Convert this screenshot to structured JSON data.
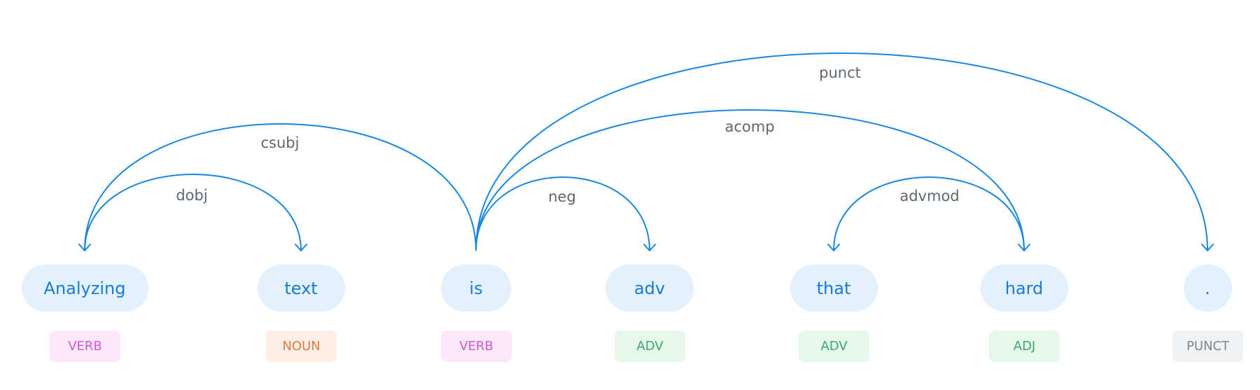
{
  "diagram": {
    "type": "dependency-parse",
    "tokens": [
      {
        "text": "Analyzing",
        "pos": "VERB"
      },
      {
        "text": "text",
        "pos": "NOUN"
      },
      {
        "text": "is",
        "pos": "VERB"
      },
      {
        "text": "adv",
        "pos": "ADV"
      },
      {
        "text": "that",
        "pos": "ADV"
      },
      {
        "text": "hard",
        "pos": "ADJ"
      },
      {
        "text": ".",
        "pos": "PUNCT"
      }
    ],
    "arcs": [
      {
        "label": "dobj",
        "from": 0,
        "to": 1
      },
      {
        "label": "csubj",
        "from": 2,
        "to": 0
      },
      {
        "label": "neg",
        "from": 2,
        "to": 3
      },
      {
        "label": "acomp",
        "from": 2,
        "to": 5
      },
      {
        "label": "punct",
        "from": 2,
        "to": 6
      },
      {
        "label": "advmod",
        "from": 5,
        "to": 4
      }
    ],
    "pos_colors": {
      "VERB": {
        "text": "#d457d0",
        "bg": "#fde8fb"
      },
      "NOUN": {
        "text": "#e07b45",
        "bg": "#fdeee6"
      },
      "ADV": {
        "text": "#3aa968",
        "bg": "#e6f7ec"
      },
      "ADJ": {
        "text": "#3aa968",
        "bg": "#e6f7ec"
      },
      "PUNCT": {
        "text": "#80858c",
        "bg": "#f0f1f3"
      }
    },
    "arc_color": "#1a86e0",
    "token_color": "#1a7bd4",
    "token_bg": "#e3f1fd"
  }
}
